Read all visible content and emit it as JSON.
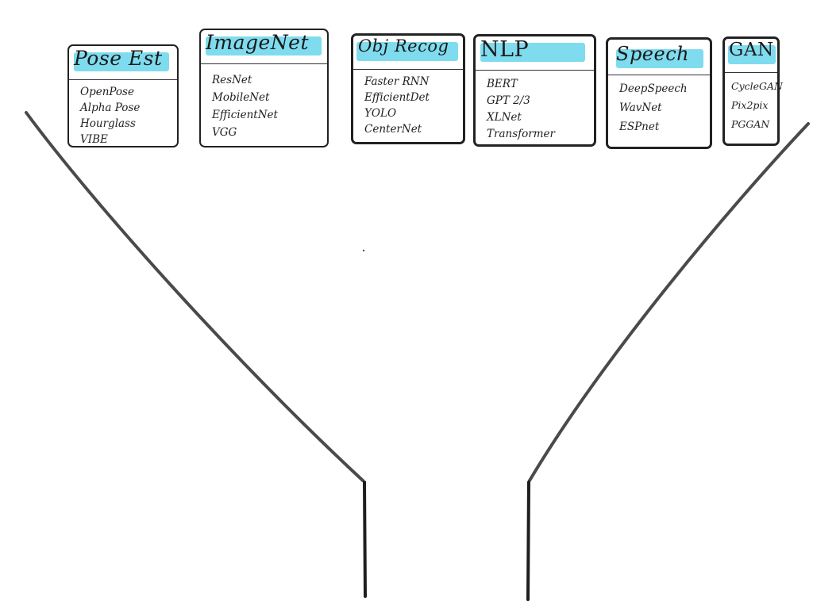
{
  "diagram": {
    "highlight_color": "#7fdcef",
    "line_color": "#4a4a4a",
    "cards": [
      {
        "title": "Pose Est",
        "items": [
          "OpenPose",
          "Alpha Pose",
          "Hourglass",
          "VIBE"
        ]
      },
      {
        "title": "ImageNet",
        "items": [
          "ResNet",
          "MobileNet",
          "EfficientNet",
          "VGG"
        ]
      },
      {
        "title": "Obj Recog",
        "items": [
          "Faster RNN",
          "EfficientDet",
          "YOLO",
          "CenterNet"
        ]
      },
      {
        "title": "NLP",
        "items": [
          "BERT",
          "GPT 2/3",
          "XLNet",
          "Transformer"
        ]
      },
      {
        "title": "Speech",
        "items": [
          "DeepSpeech",
          "WavNet",
          "ESPnet"
        ]
      },
      {
        "title": "GAN",
        "items": [
          "CycleGAN",
          "Pix2pix",
          "PGGAN"
        ]
      }
    ]
  }
}
